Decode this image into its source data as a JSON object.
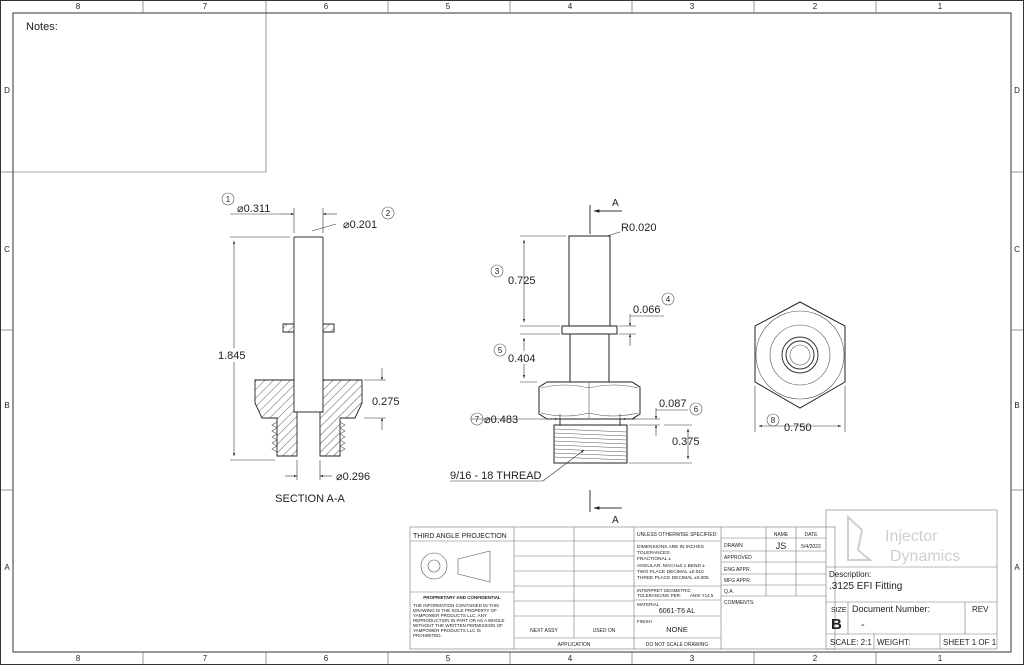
{
  "border": {
    "cols_top": [
      "8",
      "7",
      "6",
      "5",
      "4",
      "3",
      "2",
      "1"
    ],
    "cols_bottom": [
      "8",
      "7",
      "6",
      "5",
      "4",
      "3",
      "2",
      "1"
    ],
    "rows": [
      "D",
      "C",
      "B",
      "A"
    ]
  },
  "notes": {
    "label": "Notes:"
  },
  "section": {
    "label": "SECTION A-A",
    "callouts": {
      "c1": "1",
      "c2": "2"
    },
    "dims": {
      "outer_dia": "⌀0.311",
      "bore_dia": "⌀0.201",
      "length": "1.845",
      "hex_h": "0.275",
      "thread_dia": "⌀0.296"
    }
  },
  "side": {
    "section_marker": "A",
    "thread_note": "9/16 - 18 THREAD",
    "callouts": {
      "c3": "3",
      "c4": "4",
      "c5": "5",
      "c6": "6",
      "c7": "7"
    },
    "dims": {
      "radius": "R0.020",
      "top_len": "0.725",
      "flange_h": "0.066",
      "neck_len": "0.404",
      "hex_dia": "⌀0.483",
      "relief": "0.087",
      "thread_len": "0.375"
    }
  },
  "end": {
    "callout": "8",
    "dim_across": "0.750"
  },
  "title_block": {
    "projection": "THIRD ANGLE PROJECTION",
    "proprietary_title": "PROPRIETARY AND CONFIDENTIAL",
    "proprietary_lines": [
      "THE INFORMATION CONTAINED IN THIS",
      "DRAWING IS THE SOLE PROPERTY OF",
      "YAMPOWER PRODUCTS LLC.  ANY",
      "REPRODUCTION IN PART OR AS A WHOLE",
      "WITHOUT THE WRITTEN PERMISSION OF",
      "YAMPOWER PRODUCTS LLC IS",
      "PROHIBITED."
    ],
    "next_assy": "NEXT ASSY",
    "used_on": "USED ON",
    "application": "APPLICATION",
    "unless": "UNLESS OTHERWISE SPECIFIED:",
    "tol_lines": [
      "DIMENSIONS ARE IN INCHES",
      "TOLERANCES:",
      "FRACTIONAL ±",
      "ANGULAR: MACH±0.1   BEND ±",
      "TWO PLACE DECIMAL    ±0.010",
      "THREE PLACE DECIMAL  ±0.005"
    ],
    "interpret": "INTERPRET GEOMETRIC",
    "tol_per": "TOLERANCING PER:",
    "tol_std": "ANSI Y14.5",
    "material_label": "MATERIAL",
    "material": "6061-T6 AL",
    "finish_label": "FINISH",
    "finish": "NONE",
    "do_not_scale": "DO NOT SCALE DRAWING",
    "name_hdr": "NAME",
    "date_hdr": "DATE",
    "drawn": "DRAWN",
    "drawn_name": "JS",
    "drawn_date": "5/4/2022",
    "approved": "APPROVED",
    "eng_appr": "ENG APPR.",
    "mfg_appr": "MFG APPR.",
    "qa": "Q.A.",
    "comments": "COMMENTS:",
    "logo_line1": "Injector",
    "logo_line2": "Dynamics",
    "description_label": "Description:",
    "description": ".3125 EFI Fitting",
    "size_label": "SIZE",
    "size": "B",
    "doc_num_label": "Document Number:",
    "doc_num": "-",
    "rev_label": "REV",
    "scale": "SCALE: 2:1",
    "weight": "WEIGHT:",
    "sheet": "SHEET 1 OF 1"
  }
}
